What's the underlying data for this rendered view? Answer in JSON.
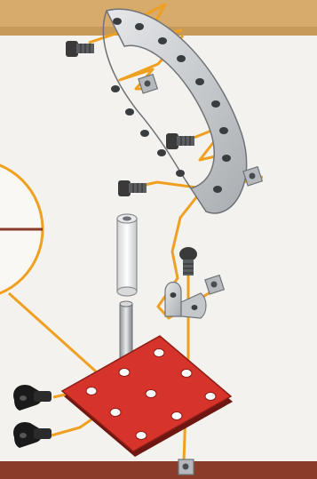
{
  "colors": {
    "top_band": "#d6ab6c",
    "bottom_band": "#8a3c2a",
    "background": "#f4f2ee",
    "guide_line": "#f0a020",
    "plate_red": "#d6332a",
    "metal_grey": "#c9cccf",
    "bolt_dark": "#3a3a3a",
    "clip_black": "#1a1a1a"
  },
  "parts": {
    "curved_strip": "curved-perforated-strip",
    "base_plate": "red-perforated-square-plate",
    "rod": "vertical-axle-rod",
    "spacer": "tube-spacer",
    "angle_bracket": "angle-bracket",
    "bolts": "bolt-icon",
    "nuts": "square-nut-icon",
    "clips": "rubber-clip-icon"
  }
}
